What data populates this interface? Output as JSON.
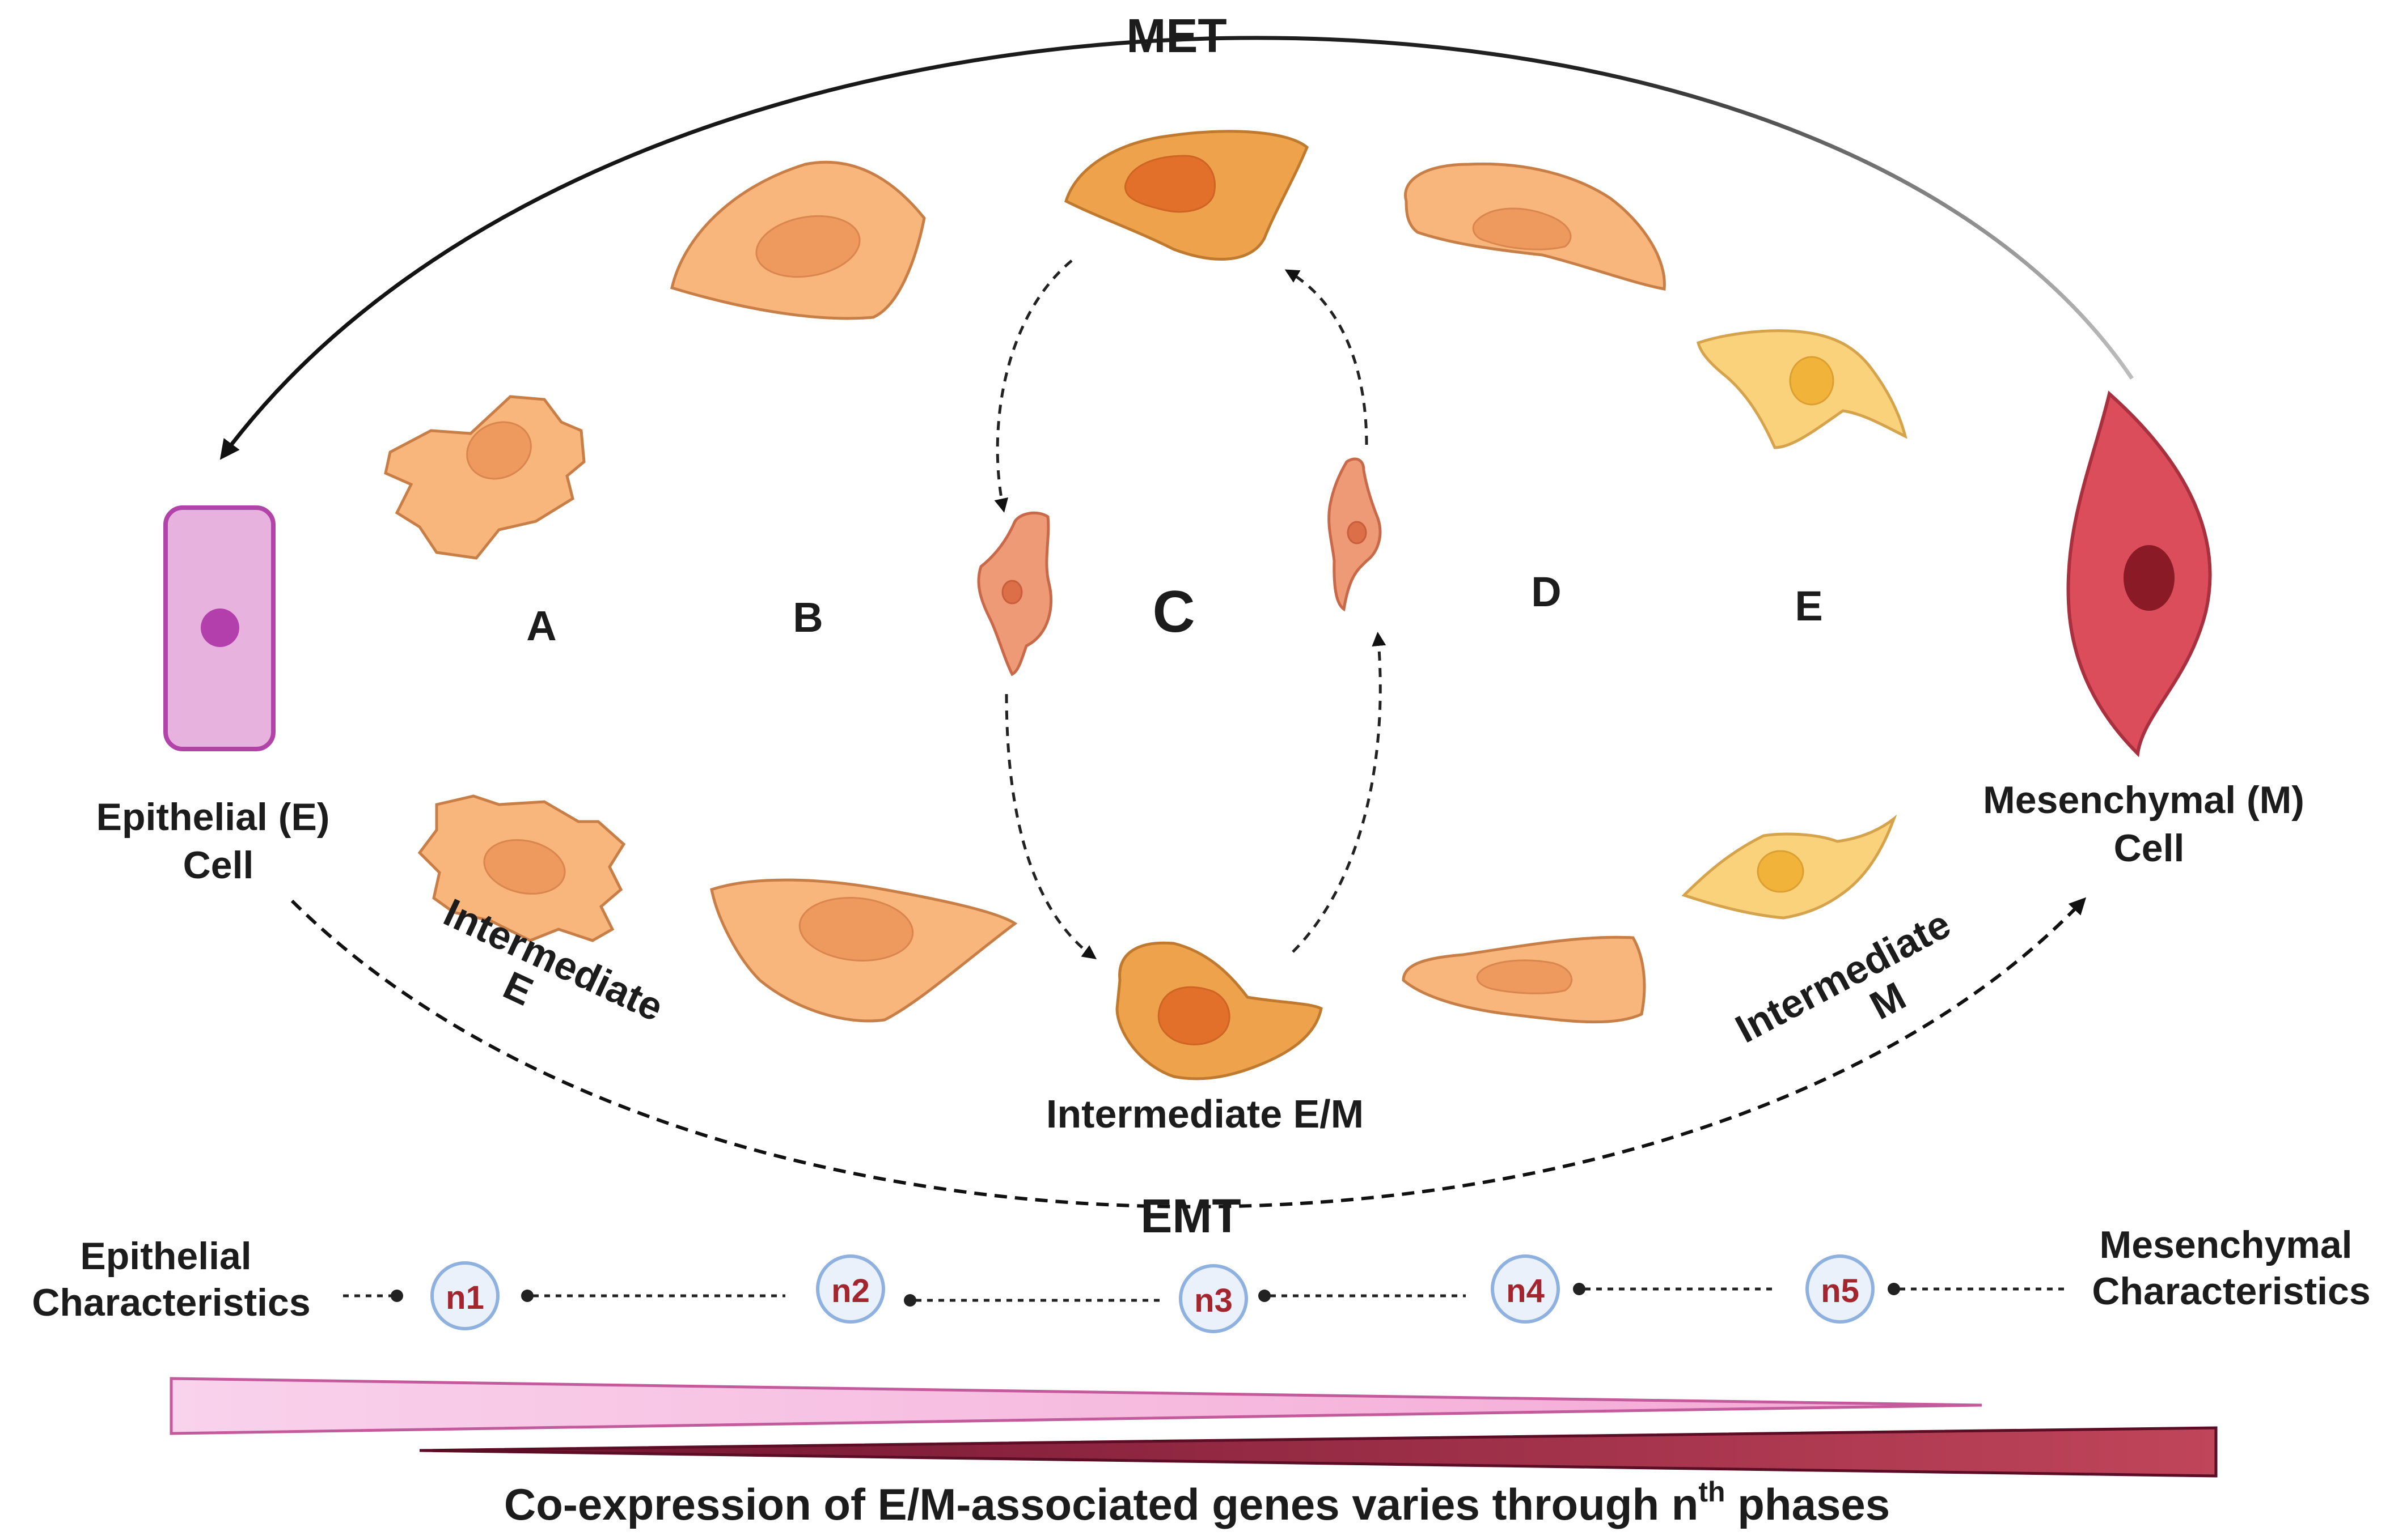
{
  "arrows": {
    "top": "MET",
    "bottom": "EMT"
  },
  "endpoints": {
    "epithelial": [
      "Epithelial (E)",
      "Cell"
    ],
    "mesenchymal": [
      "Mesenchymal (M)",
      "Cell"
    ]
  },
  "stage_letters": [
    "A",
    "B",
    "C",
    "D",
    "E"
  ],
  "intermediate_labels": {
    "e": [
      "Intermediate",
      "E"
    ],
    "em": "Intermediate E/M",
    "m": [
      "Intermediate",
      "M"
    ]
  },
  "characteristics": {
    "left": [
      "Epithelial",
      "Characteristics"
    ],
    "right": [
      "Mesenchymal",
      "Characteristics"
    ]
  },
  "phases": [
    "n1",
    "n2",
    "n3",
    "n4",
    "n5"
  ],
  "caption": {
    "main": "Co-expression of E/M-associated genes varies through n",
    "superscript": "th",
    "tail": " phases"
  },
  "colors": {
    "epithelial_cell": "#e7b3de",
    "mesenchymal_cell": "#dc4d5b",
    "epithelial_gradient": "#f6c4e4",
    "mesenchymal_gradient": "#9e2743",
    "phase_text": "#a3262e"
  }
}
